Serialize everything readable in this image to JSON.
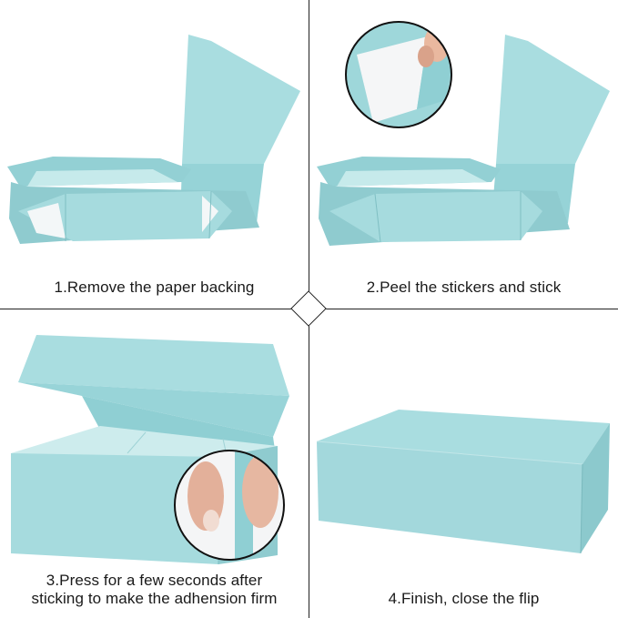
{
  "steps": [
    {
      "label": "1.Remove the paper backing"
    },
    {
      "label": "2.Peel the stickers and stick"
    },
    {
      "label_line1": "3.Press for a few seconds after",
      "label_line2": "sticking to make the adhension firm"
    },
    {
      "label": "4.Finish, close the flip"
    }
  ],
  "colors": {
    "box_light": "#a9dde0",
    "box_mid": "#8fd0d4",
    "box_dark": "#79bfc4",
    "divider": "#222222"
  }
}
